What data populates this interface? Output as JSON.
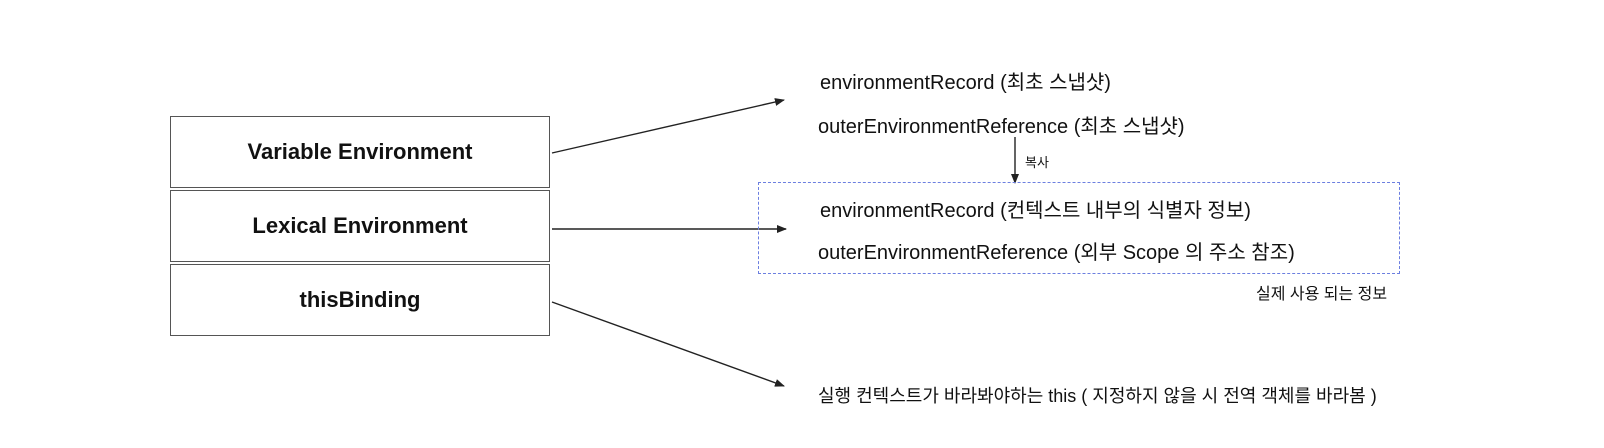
{
  "left_boxes": {
    "variable_environment": "Variable Environment",
    "lexical_environment": "Lexical Environment",
    "this_binding": "thisBinding"
  },
  "variable_env_targets": {
    "environment_record": "environmentRecord (최초 스냅샷)",
    "outer_reference": "outerEnvironmentReference (최초 스냅샷)"
  },
  "copy_label": "복사",
  "lexical_env_targets": {
    "environment_record": "environmentRecord (컨텍스트 내부의 식별자 정보)",
    "outer_reference": "outerEnvironmentReference (외부 Scope 의 주소 참조)",
    "caption": "실제 사용 되는 정보"
  },
  "this_binding_target": "실행 컨텍스트가 바라봐야하는 this ( 지정하지 않을 시 전역 객체를 바라봄 )",
  "colors": {
    "dashed_border": "#6c7fe0",
    "box_border": "#555555",
    "arrow": "#222222"
  }
}
